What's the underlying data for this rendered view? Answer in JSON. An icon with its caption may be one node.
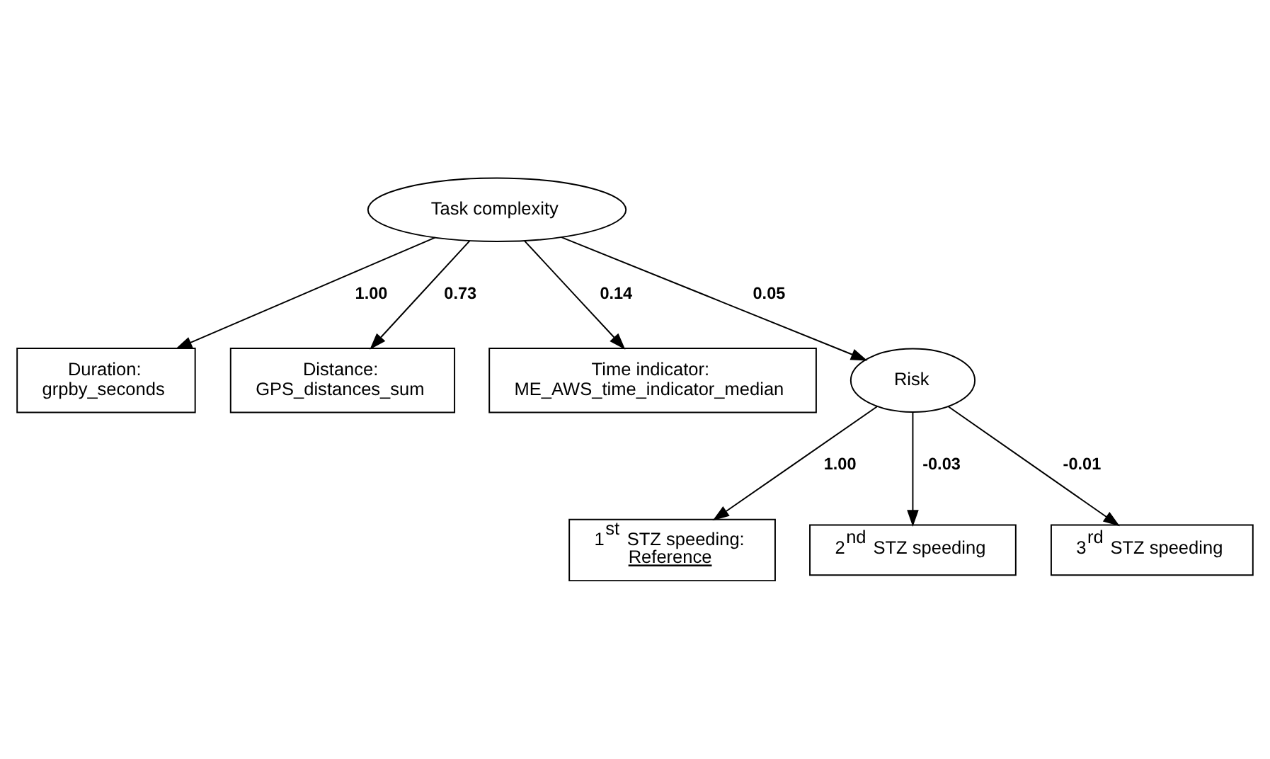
{
  "diagram": {
    "nodes": [
      {
        "text": [
          "Duration: grpby_seconds"
        ]
      },
      {
        "text": [
          "Distance: GPS_distances_sum"
        ]
      },
      {
        "text": [
          "Time indicator: ME_AWS_time_indicator_median"
        ]
      },
      {
        "text": [
          "Task complexity"
        ]
      },
      {
        "text": [
          "Risk"
        ]
      },
      {
        "text": [
          "1$^{st}$ STZ speeding:",
          "Reference"
        ]
      },
      {
        "text": [
          "2$^{nd}$ STZ speeding"
        ]
      },
      {
        "text": [
          "3$^{rd}$ STZ speeding"
        ]
      }
    ],
    "edges": [
      {
        "from": 3,
        "to": 0,
        "arrow": "to",
        "label": "1.00"
      },
      {
        "from": 3,
        "to": 1,
        "arrow": "to",
        "label": "0.73"
      },
      {
        "from": 3,
        "to": 2,
        "arrow": "to",
        "label": "0.14"
      },
      {
        "from": 3,
        "to": 4,
        "arrow": "to",
        "label": "0.05"
      },
      {
        "from": 4,
        "to": 5,
        "arrow": "to",
        "label": "1.00"
      },
      {
        "from": 4,
        "to": 6,
        "arrow": "to",
        "label": "-0.03"
      },
      {
        "from": 4,
        "to": 7,
        "arrow": "to",
        "label": "-0.01"
      }
    ]
  }
}
